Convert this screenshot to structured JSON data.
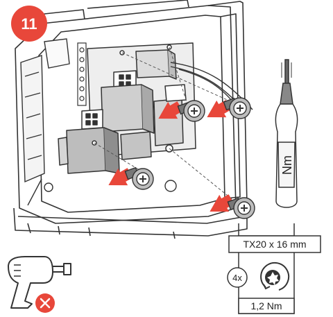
{
  "step_badge": {
    "number": "11",
    "color": "#e8473a"
  },
  "arrow_color": "#e8473a",
  "tool_icons": {
    "screwdriver_label": "Nm",
    "drill_prohibited_color": "#e8473a"
  },
  "spec_box": {
    "bit": "TX20 x 16 mm",
    "quantity": "4x",
    "torque": "1,2 Nm",
    "icon": "torx-rotate-clockwise-icon"
  }
}
